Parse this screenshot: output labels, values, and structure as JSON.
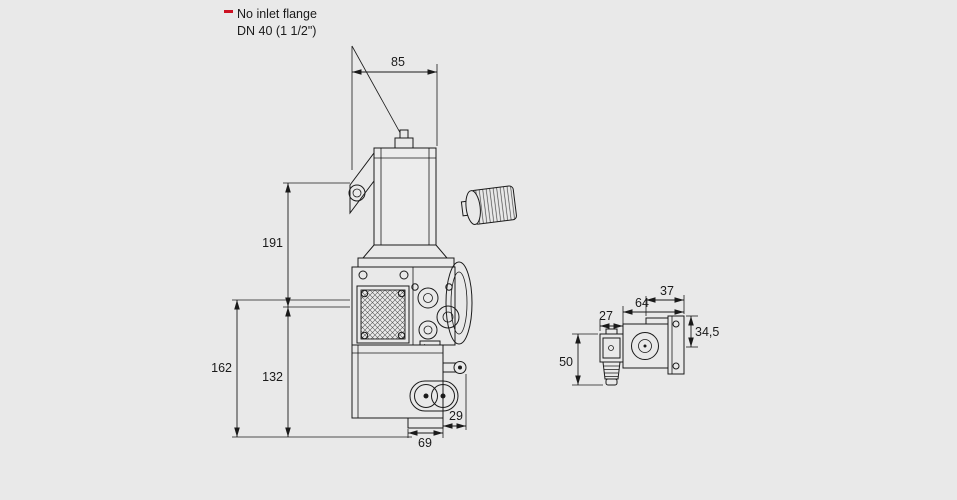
{
  "title_annotation": {
    "line1": "No inlet flange",
    "line2": "DN 40 (1 1/2\")"
  },
  "valve_dimensions": {
    "actuator_width": "85",
    "upper_height": "191",
    "overall_height": "162",
    "body_height": "132",
    "foot_width": "69",
    "nipple_offset": "29"
  },
  "solenoid_dimensions": {
    "top_width": "37",
    "overall_width": "64",
    "coil_width": "27",
    "flange_height": "34,5",
    "coil_height": "50"
  },
  "colors": {
    "background": "#e9e9e9",
    "line": "#1a1a1a",
    "accent_red": "#cc1122"
  }
}
